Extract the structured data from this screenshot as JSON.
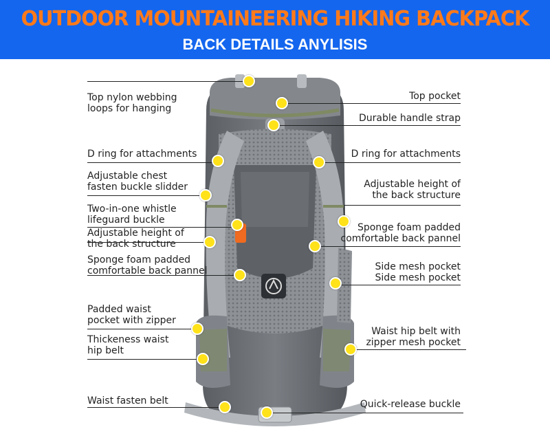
{
  "header": {
    "title": "OUTDOOR MOUNTAINEERING HIKING BACKPACK",
    "subtitle": "BACK DETAILS ANYLISIS"
  },
  "callouts_left": [
    {
      "line1": "Top nylon webbing",
      "line2": "loops for hanging"
    },
    {
      "line1": "D ring for attachments",
      "line2": ""
    },
    {
      "line1": "Adjustable chest",
      "line2": "fasten buckle slidder"
    },
    {
      "line1": "Two-in-one whistle",
      "line2": "lifeguard buckle"
    },
    {
      "line1": "Adjustable height of",
      "line2": "the back structure"
    },
    {
      "line1": "Sponge foam padded",
      "line2": "comfortable back pannel"
    },
    {
      "line1": "Padded waist",
      "line2": "pocket with zipper"
    },
    {
      "line1": "Thickeness waist",
      "line2": "hip belt"
    },
    {
      "line1": "Waist fasten belt",
      "line2": ""
    }
  ],
  "callouts_right": [
    {
      "line1": "Top pocket",
      "line2": ""
    },
    {
      "line1": "Durable handle strap",
      "line2": ""
    },
    {
      "line1": "D ring for attachments",
      "line2": ""
    },
    {
      "line1": "Adjustable height of",
      "line2": "the back structure"
    },
    {
      "line1": "Sponge foam padded",
      "line2": "comfortable back pannel"
    },
    {
      "line1": "Side mesh pocket",
      "line2": "Side mesh pocket"
    },
    {
      "line1": "Waist hip belt with",
      "line2": "zipper mesh pocket"
    },
    {
      "line1": "Quick-release buckle",
      "line2": ""
    }
  ],
  "colors": {
    "banner": "#1466ee",
    "title": "#ff7a1a",
    "subtitle": "#ffffff",
    "marker": "#ffe21a",
    "pack_body": "#6d7176",
    "pack_strap": "#a9adb1",
    "pack_trim": "#7f8a63"
  },
  "icons": {
    "marker": "yellow-dot-icon",
    "logo": "backpack-logo-icon"
  }
}
